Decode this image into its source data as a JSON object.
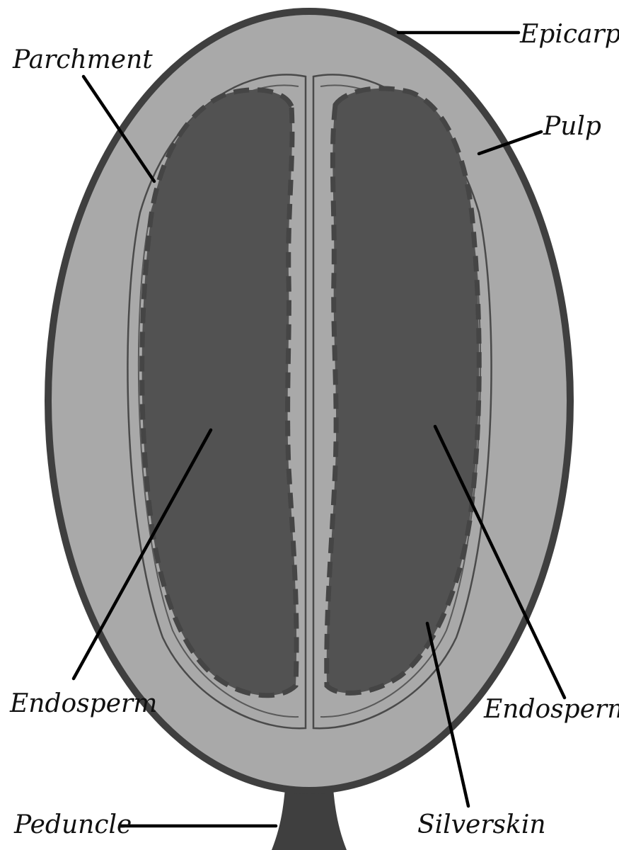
{
  "labels": {
    "epicarp": "Epicarp",
    "parchment": "Parchment",
    "pulp": "Pulp",
    "endosperm_left": "Endosperm",
    "endosperm_right": "Endosperm",
    "peduncle": "Peduncle",
    "silverskin": "Silverskin"
  },
  "colors": {
    "background": "#ffffff",
    "epicarp": "#3f3f3f",
    "pulp": "#a9a9a9",
    "parchment_line": "#4a4a4a",
    "endosperm": "#525252",
    "text": "#111111"
  }
}
